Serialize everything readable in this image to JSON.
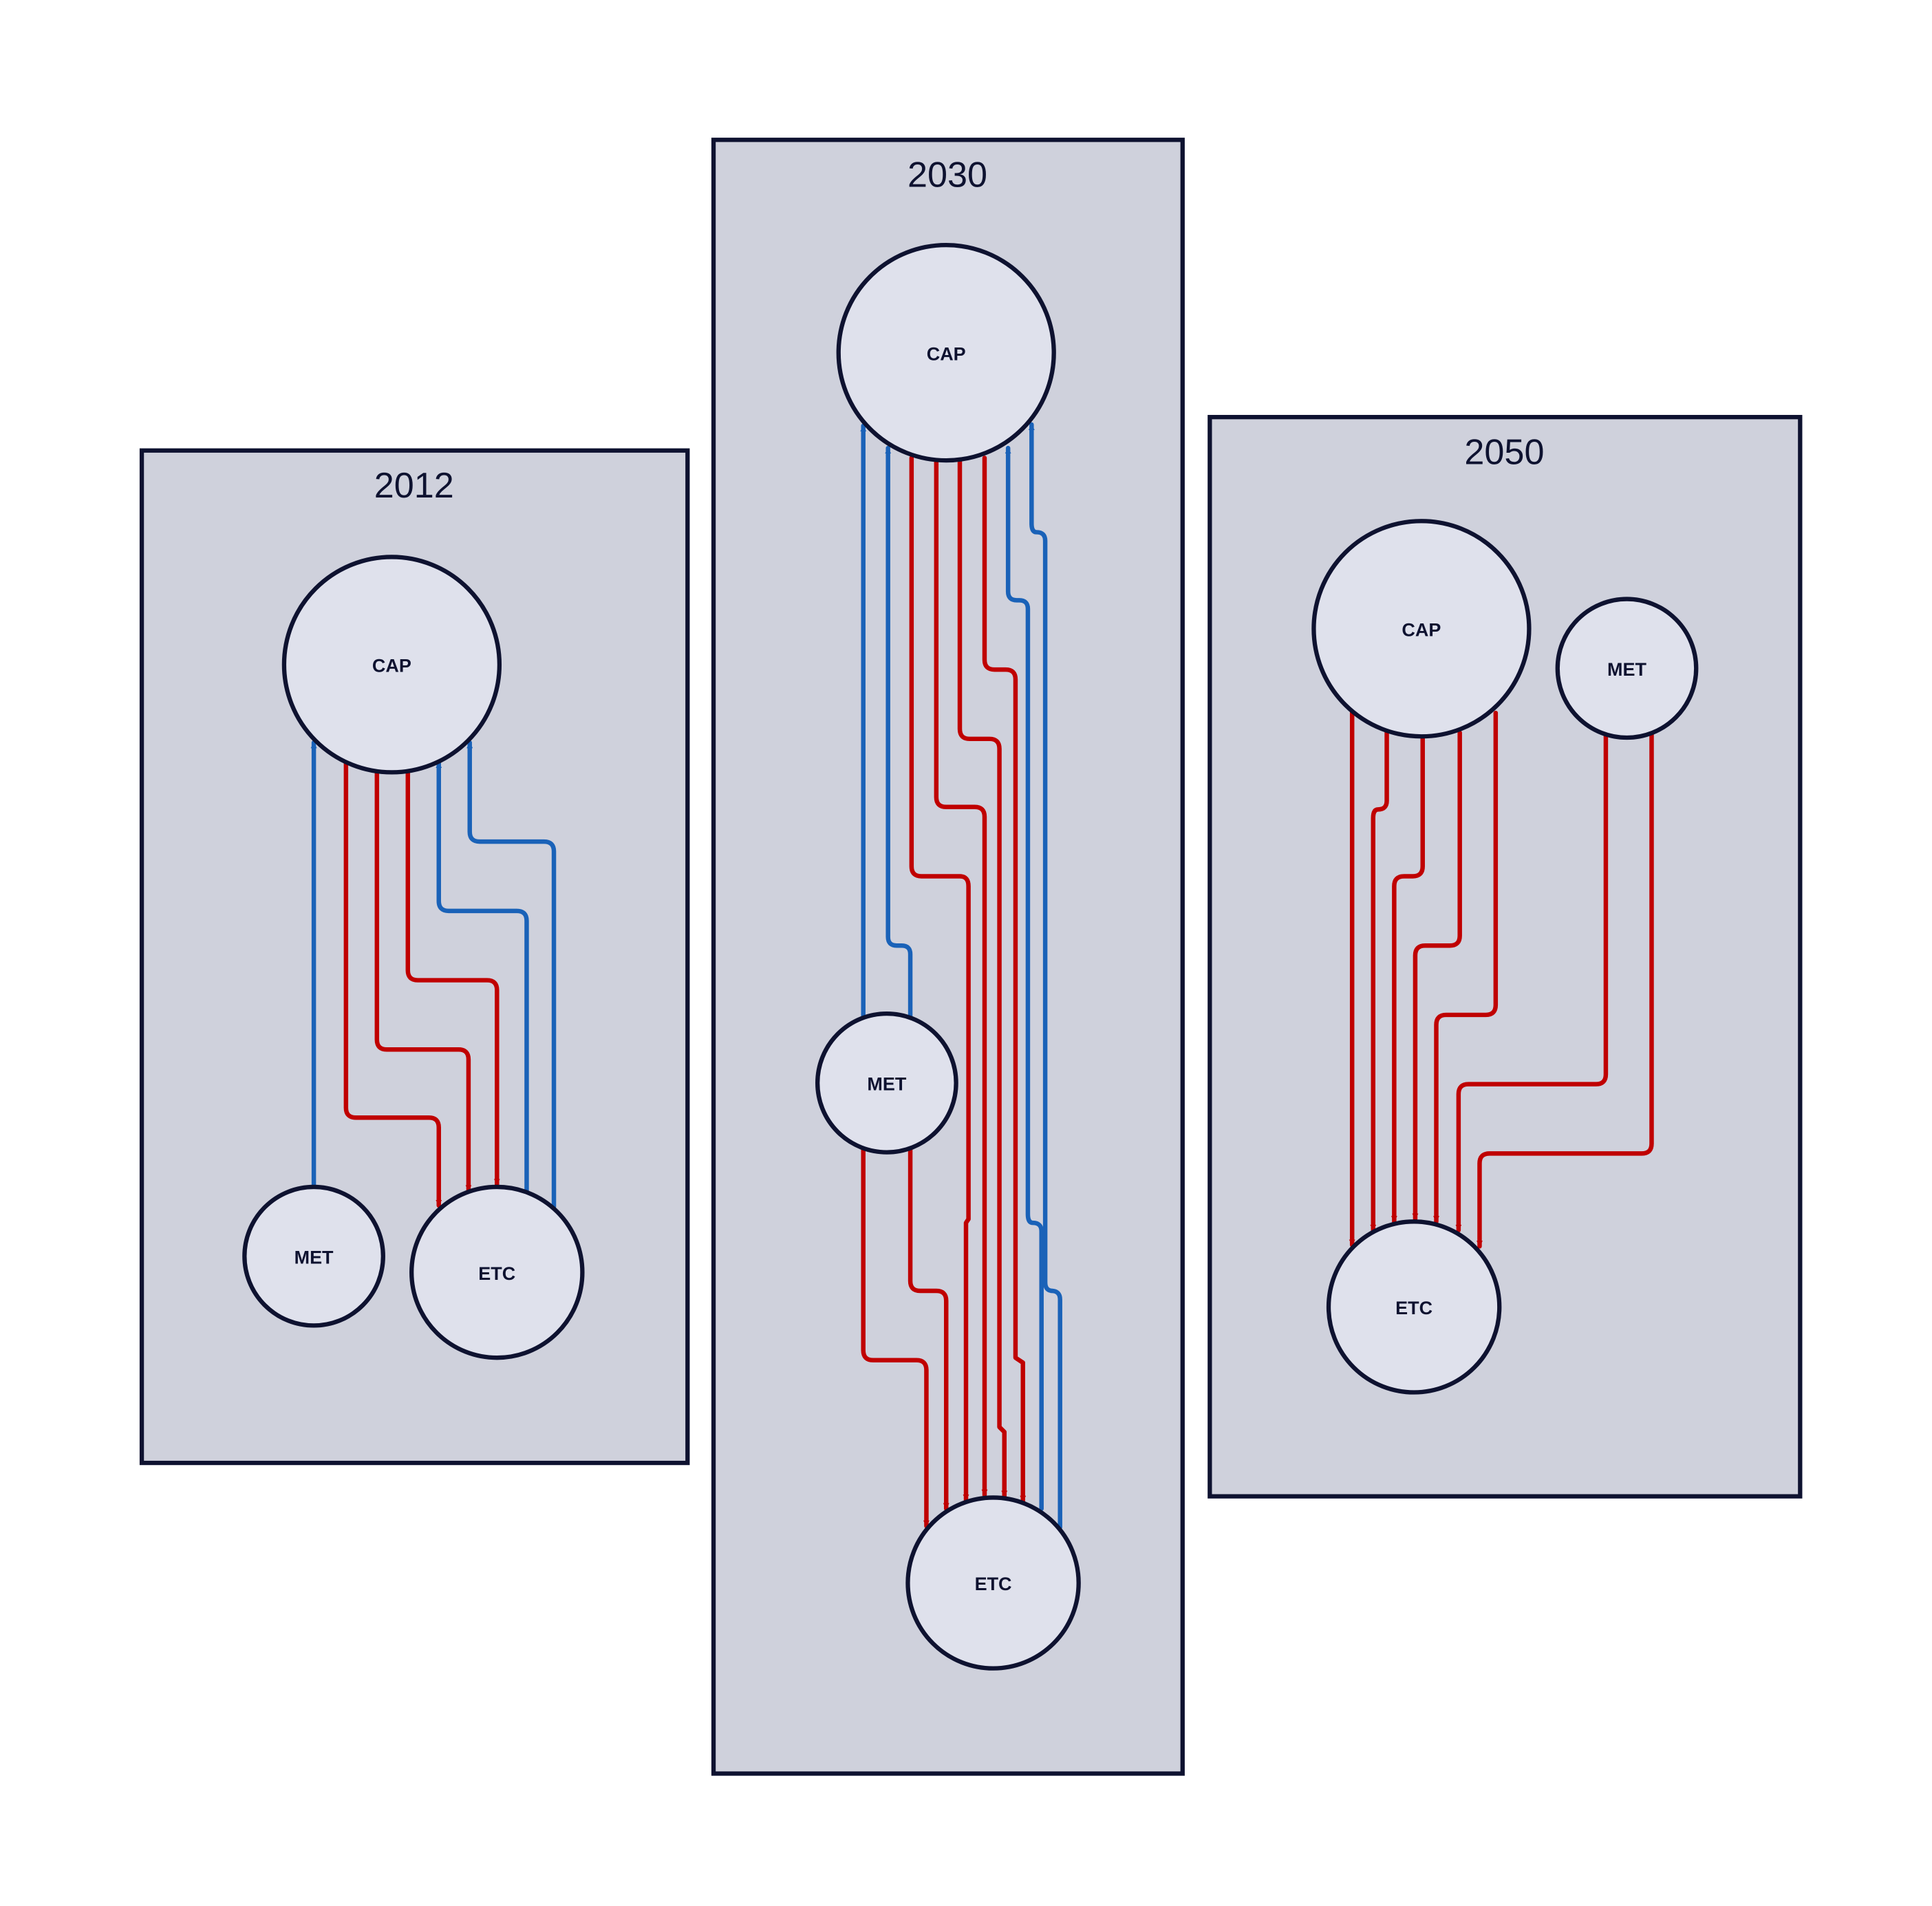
{
  "colors": {
    "outflow": "#c00000",
    "inflow": "#1a62b8",
    "panel_fill": "#cfd1dc",
    "node_fill": "#dfe1ec",
    "outline": "#0e1230"
  },
  "panels": [
    {
      "year": "2012",
      "nodes": [
        {
          "id": "cap",
          "label": "CAP"
        },
        {
          "id": "met",
          "label": "MET"
        },
        {
          "id": "etc",
          "label": "ETC"
        }
      ],
      "edges": [
        {
          "from": "MET",
          "to": "CAP",
          "color": "inflow"
        },
        {
          "from": "CAP",
          "to": "ETC",
          "color": "outflow"
        },
        {
          "from": "CAP",
          "to": "ETC",
          "color": "outflow"
        },
        {
          "from": "CAP",
          "to": "ETC",
          "color": "outflow"
        },
        {
          "from": "ETC",
          "to": "CAP",
          "color": "inflow"
        },
        {
          "from": "ETC",
          "to": "CAP",
          "color": "inflow"
        }
      ]
    },
    {
      "year": "2030",
      "nodes": [
        {
          "id": "cap",
          "label": "CAP"
        },
        {
          "id": "met",
          "label": "MET"
        },
        {
          "id": "etc",
          "label": "ETC"
        }
      ],
      "edges": [
        {
          "from": "MET",
          "to": "CAP",
          "color": "inflow"
        },
        {
          "from": "MET",
          "to": "CAP",
          "color": "inflow"
        },
        {
          "from": "CAP",
          "to": "ETC",
          "color": "outflow"
        },
        {
          "from": "CAP",
          "to": "ETC",
          "color": "outflow"
        },
        {
          "from": "CAP",
          "to": "ETC",
          "color": "outflow"
        },
        {
          "from": "CAP",
          "to": "ETC",
          "color": "outflow"
        },
        {
          "from": "ETC",
          "to": "CAP",
          "color": "inflow"
        },
        {
          "from": "ETC",
          "to": "CAP",
          "color": "inflow"
        },
        {
          "from": "MET",
          "to": "ETC",
          "color": "outflow"
        },
        {
          "from": "MET",
          "to": "ETC",
          "color": "outflow"
        }
      ]
    },
    {
      "year": "2050",
      "nodes": [
        {
          "id": "cap",
          "label": "CAP"
        },
        {
          "id": "met",
          "label": "MET"
        },
        {
          "id": "etc",
          "label": "ETC"
        }
      ],
      "edges": [
        {
          "from": "CAP",
          "to": "ETC",
          "color": "outflow"
        },
        {
          "from": "CAP",
          "to": "ETC",
          "color": "outflow"
        },
        {
          "from": "CAP",
          "to": "ETC",
          "color": "outflow"
        },
        {
          "from": "CAP",
          "to": "ETC",
          "color": "outflow"
        },
        {
          "from": "CAP",
          "to": "ETC",
          "color": "outflow"
        },
        {
          "from": "MET",
          "to": "ETC",
          "color": "outflow"
        },
        {
          "from": "MET",
          "to": "ETC",
          "color": "outflow"
        }
      ]
    }
  ]
}
